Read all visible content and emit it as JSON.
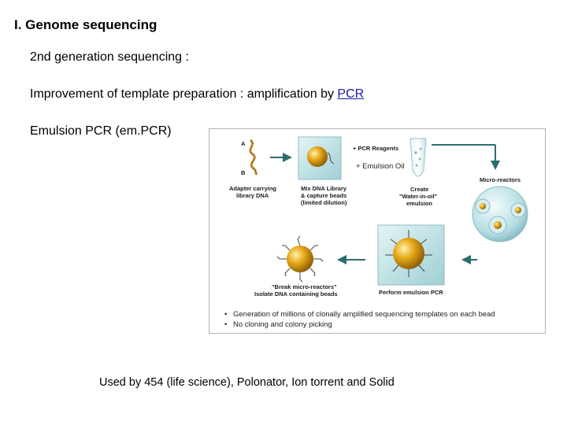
{
  "slide": {
    "title": "I. Genome sequencing",
    "subtitle": "2nd generation sequencing :",
    "improvement_prefix": "Improvement of template preparation : amplification by ",
    "improvement_link": "PCR",
    "emulsion_heading": "Emulsion PCR (em.PCR)",
    "footer": "Used by 454 (life science), Polonator, Ion torrent and Solid"
  },
  "figure": {
    "strand_label_a": "A",
    "strand_label_b": "B",
    "adapter_line1": "Adapter carrying",
    "adapter_line2": "library DNA",
    "mix_line1": "Mix DNA Library",
    "mix_line2": "& capture beads",
    "mix_line3": "(limited dilution)",
    "reagents": "+ PCR Reagents",
    "oil": "+ Emulsion Oil",
    "create_line1": "Create",
    "create_line2": "\"Water-in-oil\"",
    "create_line3": "emulsion",
    "microreactors": "Micro-reactors",
    "break_line1": "\"Break micro-reactors\"",
    "break_line2": "Isolate DNA containing beads",
    "perform": "Perform emulsion PCR",
    "bullets": [
      "Generation of millions of clonally amplified sequencing templates on each bead",
      "No cloning and colony picking"
    ],
    "colors": {
      "arrow": "#2d6b70",
      "bead": "#e0a213",
      "cube": "#b7dfe2",
      "sphere": "#c7e6ea"
    }
  }
}
